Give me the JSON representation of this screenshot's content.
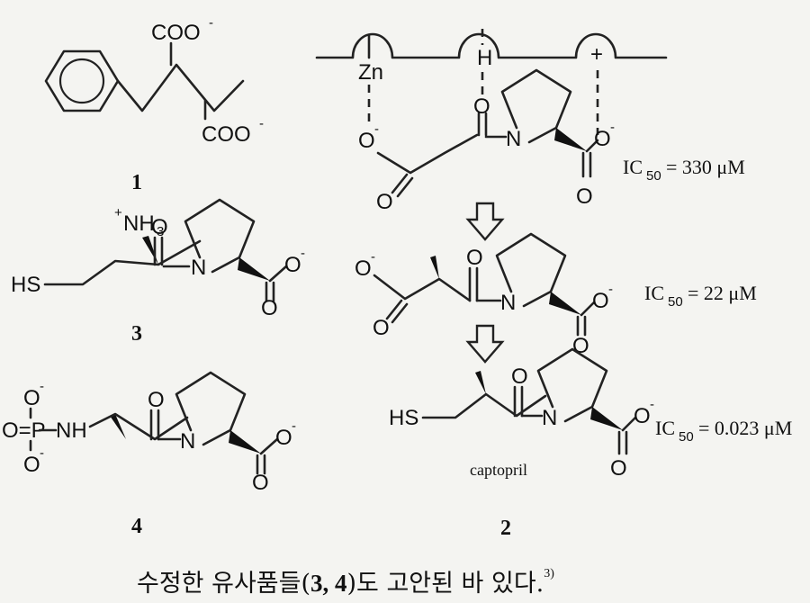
{
  "atoms": {
    "coo_minus": "COO",
    "minus": "-",
    "plus_nh3": "+",
    "nh3": "NH",
    "sub3": "3",
    "o": "O",
    "o_minus": "O",
    "n": "N",
    "hs": "HS",
    "p": "P",
    "nh": "NH",
    "o_eq_p": "O=P",
    "zn": "Zn",
    "h": "H",
    "plus": "+"
  },
  "labels": {
    "compound_1": "1",
    "compound_2": "2",
    "compound_3": "3",
    "compound_4": "4",
    "captopril": "captopril"
  },
  "ic50": {
    "prefix": "IC",
    "sub": "50",
    "row1_value": "= 330 μM",
    "row2_value": "= 22 μM",
    "row3_value": "= 0.023 μM"
  },
  "footer": {
    "text_before": "수정한 유사품들(",
    "bold": "3, 4",
    "text_after": ")도 고안된 바 있다.",
    "superscript": "3)"
  }
}
